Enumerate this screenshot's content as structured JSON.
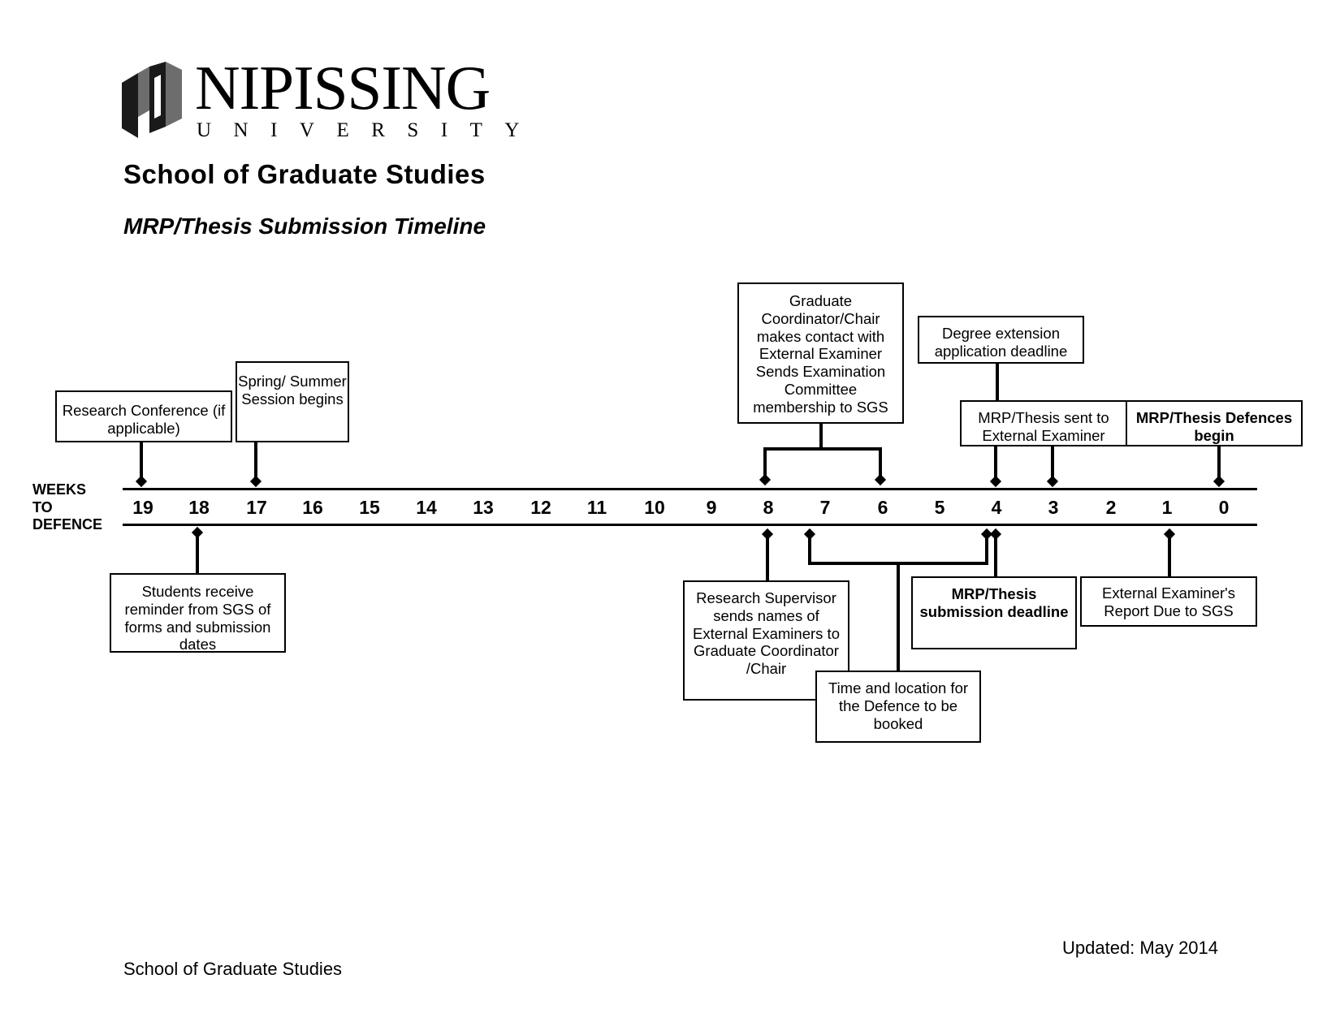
{
  "header": {
    "logo_name": "NIPISSING",
    "logo_sub": "UNIVERSITY",
    "school_title": "School of Graduate Studies",
    "subtitle": "MRP/Thesis Submission Timeline"
  },
  "timeline": {
    "axis_label": "WEEKS TO DEFENCE",
    "weeks": [
      "19",
      "18",
      "17",
      "16",
      "15",
      "14",
      "13",
      "12",
      "11",
      "10",
      "9",
      "8",
      "7",
      "6",
      "5",
      "4",
      "3",
      "2",
      "1",
      "0"
    ]
  },
  "events": {
    "research_conference": "Research Conference (if applicable)",
    "spring_summer": "Spring/ Summer Session begins",
    "coordinator_contact": "Graduate Coordinator/Chair makes contact with External Examiner Sends Examination Committee membership to SGS",
    "degree_extension": "Degree extension application deadline",
    "sent_to_examiner": "MRP/Thesis sent to External Examiner",
    "defences_begin": "MRP/Thesis Defences begin",
    "students_reminder": "Students receive reminder from SGS of forms and submission dates",
    "supervisor_names": "Research Supervisor sends names of External Examiners to Graduate Coordinator /Chair",
    "time_location": "Time and location for the Defence to be booked",
    "submission_deadline": "MRP/Thesis submission deadline",
    "examiner_report": "External Examiner's Report Due to SGS"
  },
  "footer": {
    "left": "School of Graduate Studies",
    "updated": "Updated: May 2014"
  },
  "colors": {
    "ink": "#000000",
    "background": "#ffffff",
    "logo_dark": "#1a1a1a",
    "logo_mid": "#6d6d6d"
  }
}
